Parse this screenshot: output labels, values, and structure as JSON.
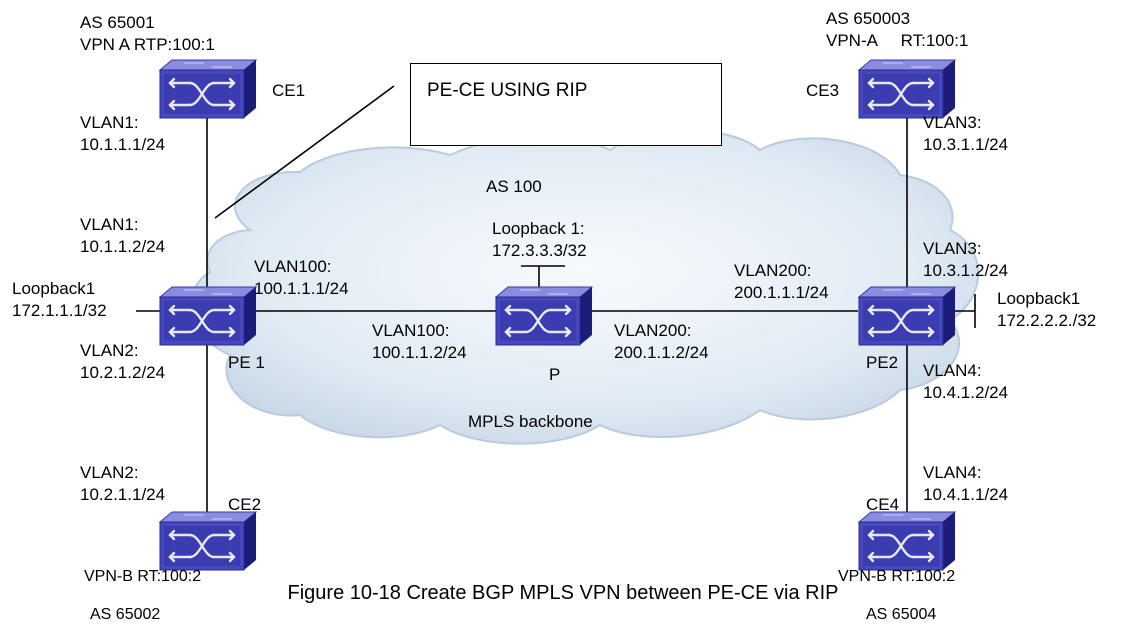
{
  "diagram": {
    "cloud_as": "AS 100",
    "cloud_name": "MPLS backbone",
    "callout": "PE-CE USING RIP",
    "caption": "Figure 10-18 Create BGP MPLS VPN between PE-CE via RIP",
    "nodes": {
      "ce1": {
        "name": "CE1",
        "as": "AS 65001",
        "vpn": "VPN A RTP:100:1"
      },
      "ce2": {
        "name": "CE2",
        "vpn": "VPN-B RT:100:2",
        "as": "AS 65002"
      },
      "ce3": {
        "name": "CE3",
        "as": "AS 650003",
        "vpn": "VPN-A     RT:100:1"
      },
      "ce4": {
        "name": "CE4",
        "vpn": "VPN-B RT:100:2",
        "as": "AS 65004"
      },
      "pe1": {
        "name": "PE 1",
        "loopback": "Loopback1",
        "loopback_ip": "172.1.1.1/32"
      },
      "pe2": {
        "name": "PE2",
        "loopback": "Loopback1",
        "loopback_ip": "172.2.2.2./32"
      },
      "p": {
        "name": "P",
        "loopback": "Loopback 1:",
        "loopback_ip": "172.3.3.3/32"
      }
    },
    "interfaces": {
      "ce1_vlan1": {
        "vlan": "VLAN1:",
        "ip": "10.1.1.1/24"
      },
      "pe1_vlan1": {
        "vlan": "VLAN1:",
        "ip": "10.1.1.2/24"
      },
      "pe1_vlan2": {
        "vlan": "VLAN2:",
        "ip": "10.2.1.2/24"
      },
      "ce2_vlan2": {
        "vlan": "VLAN2:",
        "ip": "10.2.1.1/24"
      },
      "pe1_vlan100": {
        "vlan": "VLAN100:",
        "ip": "100.1.1.1/24"
      },
      "p_vlan100": {
        "vlan": "VLAN100:",
        "ip": "100.1.1.2/24"
      },
      "p_vlan200": {
        "vlan": "VLAN200:",
        "ip": "200.1.1.2/24"
      },
      "pe2_vlan200": {
        "vlan": "VLAN200:",
        "ip": "200.1.1.1/24"
      },
      "ce3_vlan3": {
        "vlan": "VLAN3:",
        "ip": "10.3.1.1/24"
      },
      "pe2_vlan3": {
        "vlan": "VLAN3:",
        "ip": "10.3.1.2/24"
      },
      "pe2_vlan4": {
        "vlan": "VLAN4:",
        "ip": "10.4.1.2/24"
      },
      "ce4_vlan4": {
        "vlan": "VLAN4:",
        "ip": "10.4.1.1/24"
      }
    },
    "colors": {
      "switch_top": "#7b7dd6",
      "switch_front": "#2a2a9a",
      "cloud_fill": "#e4edf5"
    }
  }
}
